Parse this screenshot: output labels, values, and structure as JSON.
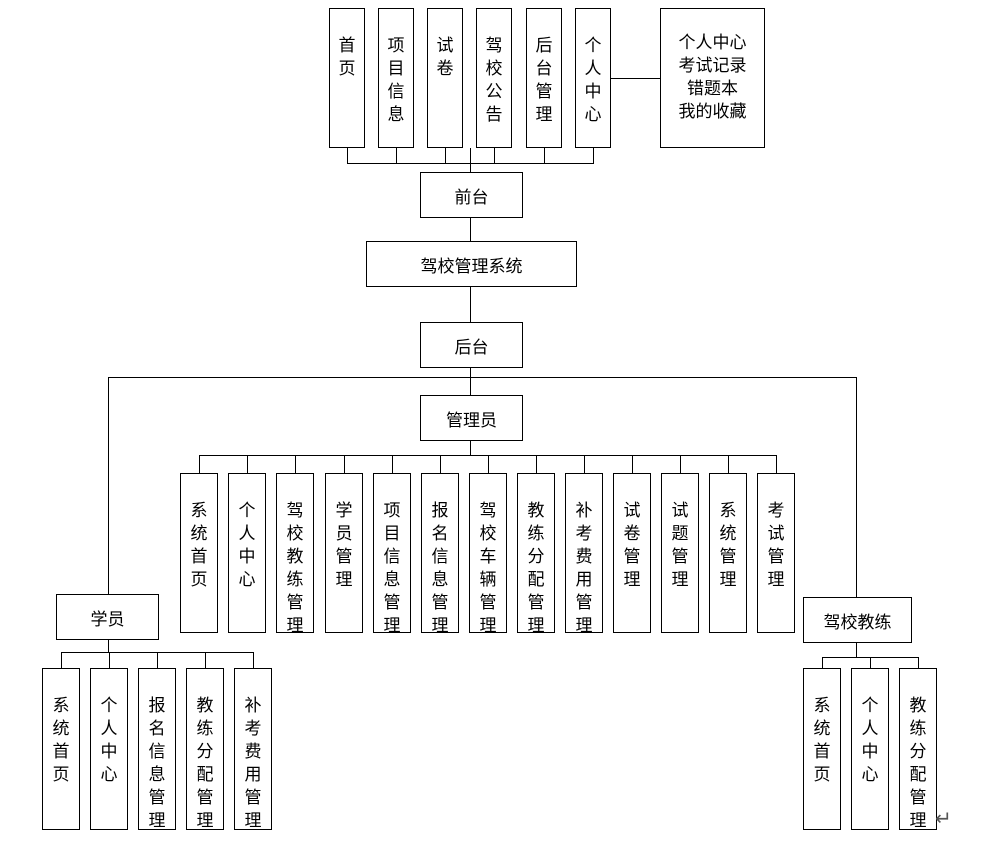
{
  "frontend": {
    "title": "前台",
    "items": [
      "首页",
      "项目信息",
      "试卷",
      "驾校公告",
      "后台管理",
      "个人中心"
    ],
    "detail": [
      "个人中心",
      "考试记录",
      "错题本",
      "我的收藏"
    ]
  },
  "system": {
    "title": "驾校管理系统"
  },
  "backend": {
    "title": "后台"
  },
  "admin": {
    "title": "管理员",
    "items": [
      "系统首页",
      "个人中心",
      "驾校教练管理",
      "学员管理",
      "项目信息管理",
      "报名信息管理",
      "驾校车辆管理",
      "教练分配管理",
      "补考费用管理",
      "试卷管理",
      "试题管理",
      "系统管理",
      "考试管理"
    ]
  },
  "student": {
    "title": "学员",
    "items": [
      "系统首页",
      "个人中心",
      "报名信息管理",
      "教练分配管理",
      "补考费用管理"
    ]
  },
  "coach": {
    "title": "驾校教练",
    "items": [
      "系统首页",
      "个人中心",
      "教练分配管理"
    ]
  },
  "return_mark": "↵"
}
